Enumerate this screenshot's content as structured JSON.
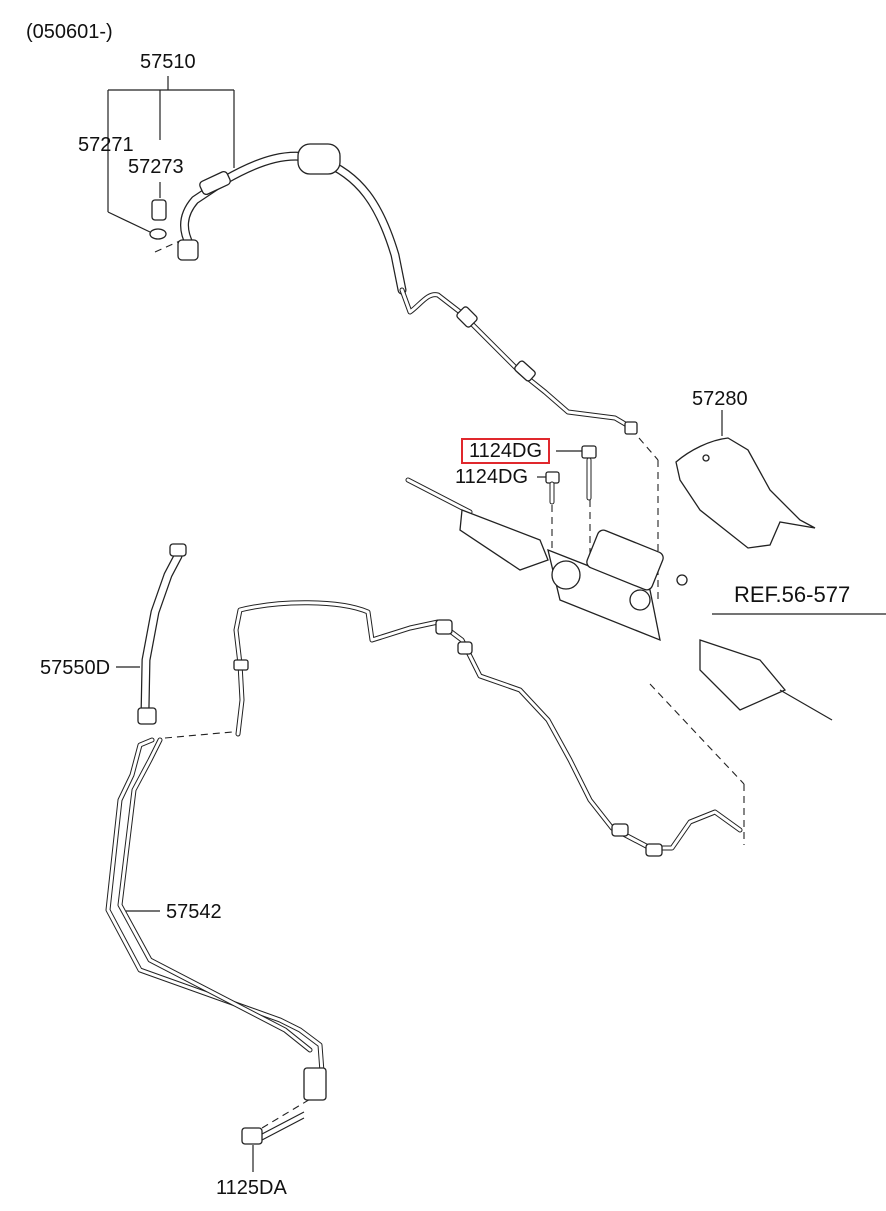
{
  "diagram": {
    "date_code": "(050601-)",
    "labels": {
      "p57510": "57510",
      "p57271": "57271",
      "p57273": "57273",
      "p57280": "57280",
      "p1124dg_highlighted": "1124DG",
      "p1124dg": "1124DG",
      "ref": "REF.56-577",
      "p57550d": "57550D",
      "p57542": "57542",
      "p1125da": "1125DA"
    },
    "highlight_color": "#e0282d"
  }
}
